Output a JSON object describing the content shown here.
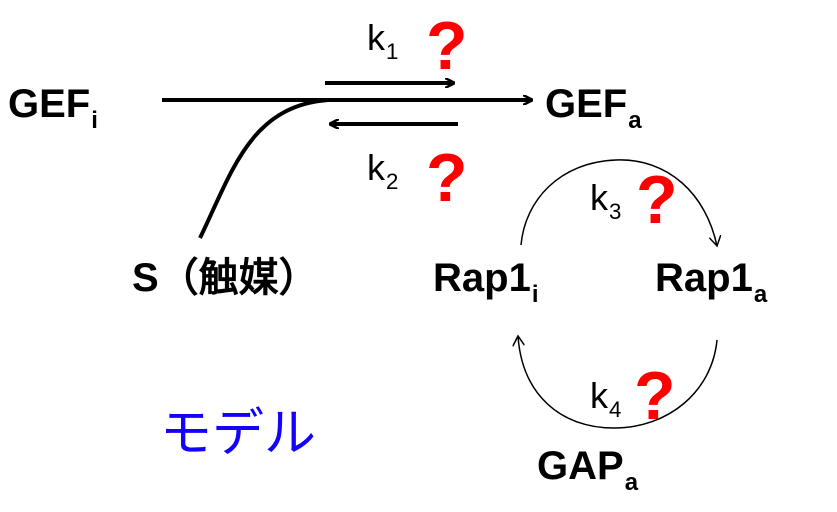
{
  "colors": {
    "question": "#ff0000",
    "model_label": "#1400ff",
    "ink": "#000000"
  },
  "diagram": {
    "gef_inactive": {
      "base": "GEF",
      "sub": "i"
    },
    "gef_active": {
      "base": "GEF",
      "sub": "a"
    },
    "catalyst": "S（触媒）",
    "rap1_inactive": {
      "base": "Rap1",
      "sub": "i"
    },
    "rap1_active": {
      "base": "Rap1",
      "sub": "a"
    },
    "gap_active": {
      "base": "GAP",
      "sub": "a"
    },
    "rates": [
      {
        "base": "k",
        "sub": "1",
        "mark": "?"
      },
      {
        "base": "k",
        "sub": "2",
        "mark": "?"
      },
      {
        "base": "k",
        "sub": "3",
        "mark": "?"
      },
      {
        "base": "k",
        "sub": "4",
        "mark": "?"
      }
    ],
    "model_label": "モデル"
  }
}
